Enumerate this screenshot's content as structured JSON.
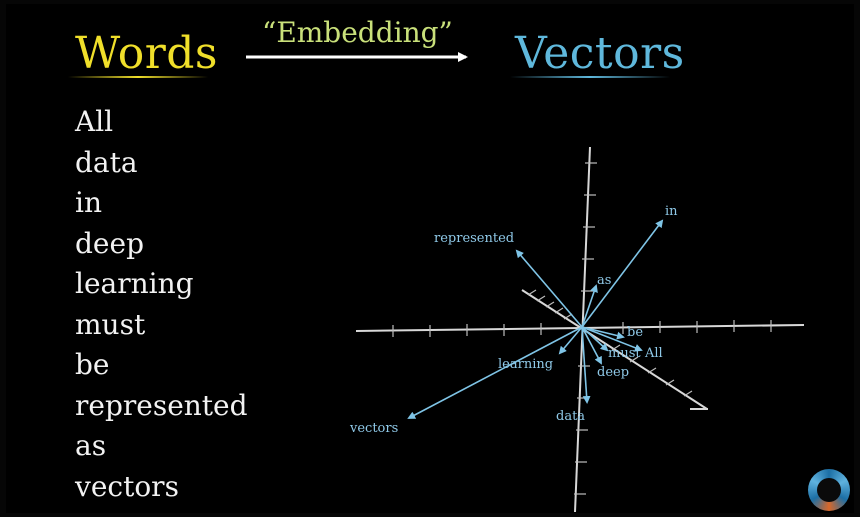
{
  "left_title": "Words",
  "right_title": "Vectors",
  "arrow_label": "“Embedding”",
  "words": [
    "All",
    "data",
    "in",
    "deep",
    "learning",
    "must",
    "be",
    "represented",
    "as",
    "vectors"
  ],
  "vector_labels": {
    "in": "in",
    "represented": "represented",
    "as": "as",
    "be": "be",
    "must": "must",
    "All": "All",
    "learning": "learning",
    "deep": "deep",
    "data": "data",
    "vectors": "vectors"
  },
  "colors": {
    "words_title": "#f0df2a",
    "vectors_title": "#5fb8dc",
    "embedding_label": "#c9e07a",
    "arrow": "#ffffff",
    "vector": "#7fc4e6",
    "vector_label": "#8fc9e8",
    "axis": "#d8d8d8"
  },
  "logo_icon": "pi-creature-logo-icon"
}
